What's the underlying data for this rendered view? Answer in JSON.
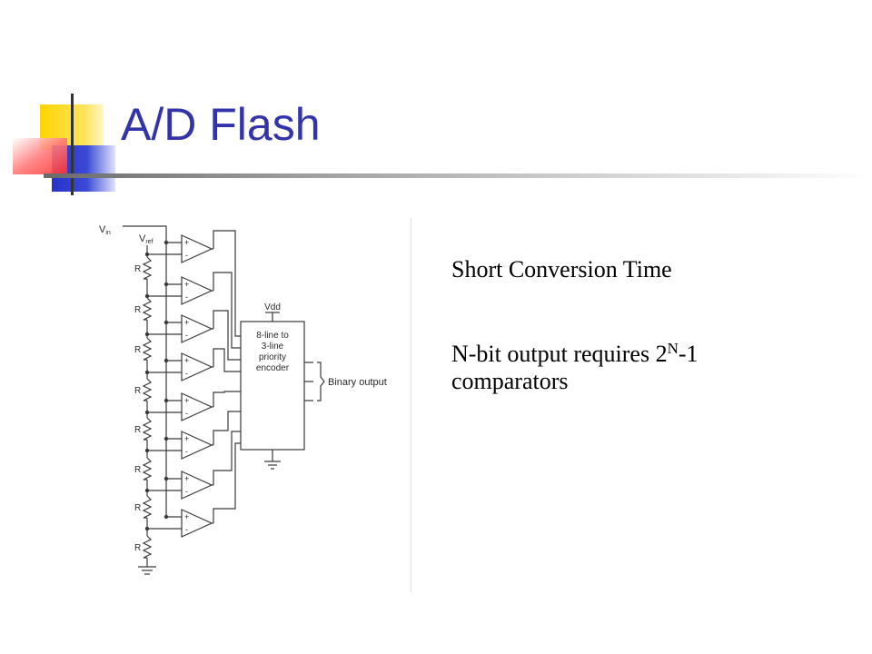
{
  "slide": {
    "title": "A/D Flash"
  },
  "diagram": {
    "vin_label_main": "V",
    "vin_label_sub": "in",
    "vref_label_main": "V",
    "vref_label_sub": "ref",
    "resistor_label": "R",
    "plus_sign": "+",
    "minus_sign": "-",
    "vdd_label": "Vdd",
    "encoder_line1": "8-line to",
    "encoder_line2": "3-line",
    "encoder_line3": "priority",
    "encoder_line4": "encoder",
    "output_label": "Binary output"
  },
  "bullets": {
    "line1": "Short Conversion Time",
    "line2_prefix": "N-bit output requires 2",
    "line2_sup": "N",
    "line2_suffix": "-1",
    "line3": "comparators"
  },
  "colors": {
    "title": "#3333aa",
    "deco_yellow": "#ffd400",
    "deco_blue": "#2a3bd0",
    "deco_red": "#ff4a4a"
  }
}
